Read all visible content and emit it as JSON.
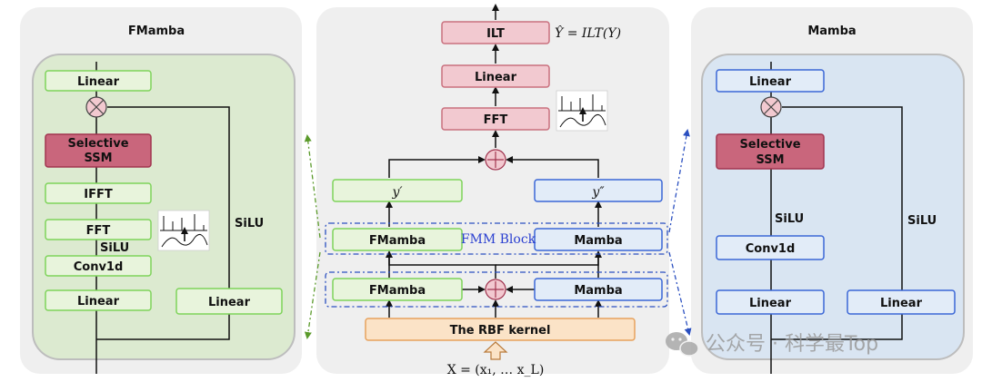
{
  "panels": {
    "left_title": "FMamba",
    "right_title": "Mamba"
  },
  "left": {
    "linear_top": "Linear",
    "selective_ssm_line1": "Selective",
    "selective_ssm_line2": "SSM",
    "ifft": "IFFT",
    "fft": "FFT",
    "silu_small": "SiLU",
    "conv1d": "Conv1d",
    "linear_bottom_left": "Linear",
    "linear_bottom_right": "Linear",
    "silu_right": "SiLU"
  },
  "center": {
    "ilt": "ILT",
    "ilt_equation": "Ŷ = ILT(Y)",
    "linear": "Linear",
    "fft": "FFT",
    "y_prime": "y′",
    "y_double_prime": "y″",
    "fmamba_upper": "FMamba",
    "mamba_upper": "Mamba",
    "fmm_block": "FMM Block",
    "fmamba_lower": "FMamba",
    "mamba_lower": "Mamba",
    "rbf": "The RBF kernel",
    "input_equation": "X = (x₁, … x_L)"
  },
  "right": {
    "linear_top": "Linear",
    "selective_ssm_line1": "Selective",
    "selective_ssm_line2": "SSM",
    "silu_center": "SiLU",
    "silu_right": "SiLU",
    "conv1d": "Conv1d",
    "linear_bottom_left": "Linear",
    "linear_bottom_right": "Linear"
  },
  "watermark": "公众号 · 科学最Top",
  "colors": {
    "green_fill": "#e8f4dc",
    "green_stroke": "#7ed35a",
    "blue_fill": "#e2ecf8",
    "blue_stroke": "#3a66d6",
    "pink_fill": "#f2c9d0",
    "pink_stroke": "#c9707e",
    "ssm_fill": "#c9667c",
    "ssm_stroke": "#a1344f",
    "orange_fill": "#fbe3c7",
    "orange_stroke": "#e7a25d",
    "panel_gray": "#efefef",
    "left_panel_fill": "#dcead0",
    "right_panel_fill": "#d9e5f2",
    "dash_green": "#5a9a2a",
    "dash_blue": "#2a4fc0"
  }
}
